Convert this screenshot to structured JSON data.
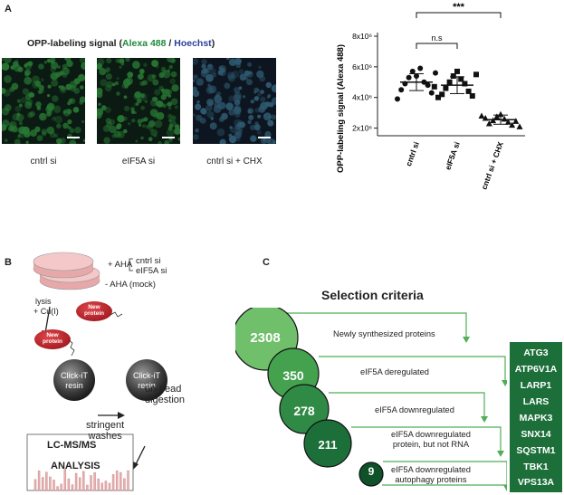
{
  "panel_a": {
    "letter": "A",
    "title_prefix": "OPP-labeling signal (",
    "title_green": "Alexa 488",
    "title_sep": " / ",
    "title_blue": "Hoechst",
    "title_suffix": ")",
    "images": [
      {
        "caption": "cntrl si"
      },
      {
        "caption": "eIF5A si"
      },
      {
        "caption": "cntrl si + CHX"
      }
    ]
  },
  "chart_data": {
    "type": "scatter",
    "ylabel": "OPP-labeling signal (Alexa 488)",
    "categories": [
      "cntrl si",
      "eIF5A si",
      "cntrl si + CHX"
    ],
    "y_ticks": [
      "2x10⁶",
      "4x10⁶",
      "6x10⁶",
      "8x10⁶"
    ],
    "ylim": [
      1500000,
      8000000
    ],
    "markers": [
      "circle",
      "square",
      "triangle"
    ],
    "series": [
      {
        "values": [
          5400000,
          5700000,
          5900000,
          5300000,
          5000000,
          4900000,
          4800000,
          4500000,
          4300000,
          3900000,
          5600000
        ]
      },
      {
        "values": [
          5700000,
          5400000,
          5200000,
          5000000,
          4900000,
          4600000,
          4400000,
          4200000,
          4100000,
          4000000,
          5500000,
          4700000
        ]
      },
      {
        "values": [
          2900000,
          2750000,
          2600000,
          2500000,
          2400000,
          2300000,
          2200000,
          2650000,
          2450000,
          2800000,
          2100000
        ]
      }
    ],
    "means": [
      5000000,
      4800000,
      2550000
    ],
    "sds": [
      550000,
      550000,
      300000
    ],
    "significance": [
      {
        "from": 0,
        "to": 1,
        "label": "n.s"
      },
      {
        "from": 0,
        "to": 2,
        "label": "***"
      }
    ]
  },
  "panel_b": {
    "letter": "B",
    "aha": "+ AHA",
    "cond1": "cntrl si",
    "cond2": "eIF5A si",
    "mock": "- AHA (mock)",
    "lysis": "lysis",
    "cu": "+ Cu(I)",
    "new1": "New",
    "new2": "protein",
    "resin1": "Click-iT",
    "resin2": "resin",
    "washes1": "stringent",
    "washes2": "washes",
    "digest1": "on-bead",
    "digest2": "digestion",
    "ms1": "LC-MS/MS",
    "ms2": "ANALYSIS"
  },
  "panel_c": {
    "letter": "C",
    "title": "Selection criteria",
    "counts": [
      "2308",
      "350",
      "278",
      "211",
      "9"
    ],
    "criteria": [
      "Newly synthesized proteins",
      "eIF5A deregulated",
      "eIF5A downregulated",
      "eIF5A downregulated\nprotein, but not RNA",
      "eIF5A downregulated\nautophagy proteins"
    ],
    "genes": [
      "ATG3",
      "ATP6V1A",
      "LARP1",
      "LARS",
      "MAPK3",
      "SNX14",
      "SQSTM1",
      "TBK1",
      "VPS13A"
    ],
    "colors": [
      "#6fbf6b",
      "#44a24f",
      "#2f8a45",
      "#1d6f3a",
      "#0f5128"
    ]
  }
}
